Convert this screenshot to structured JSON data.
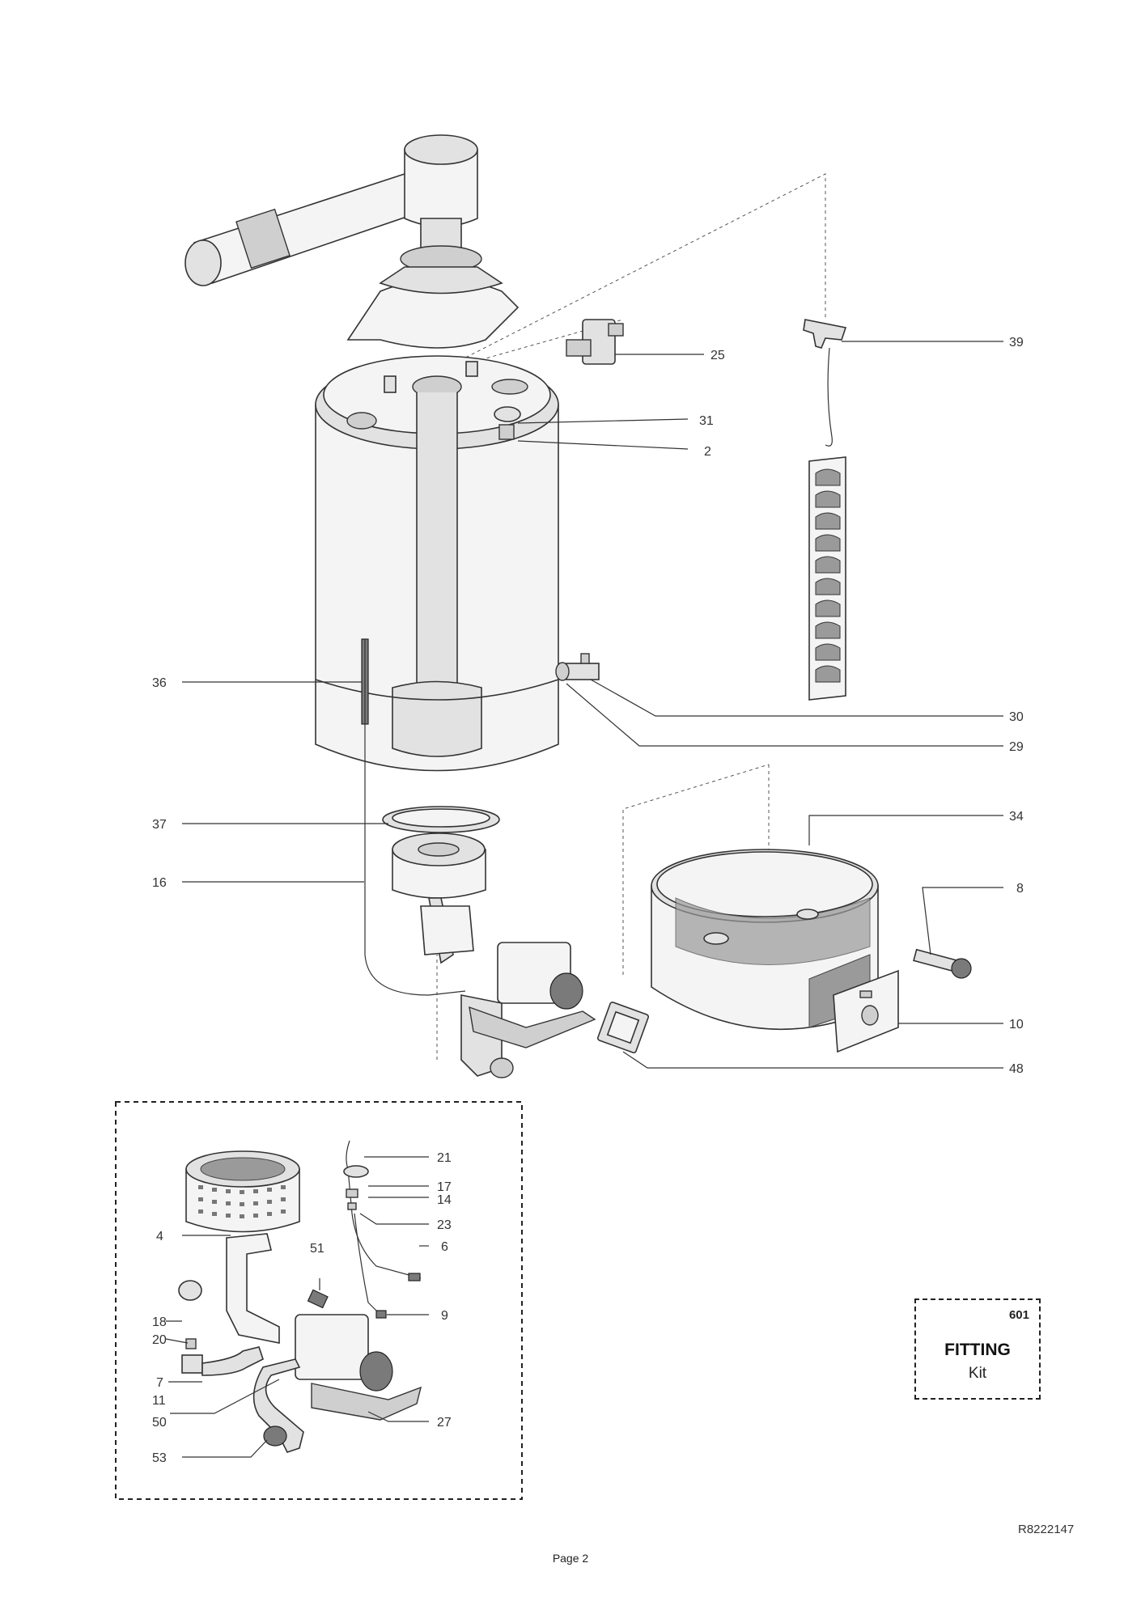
{
  "callouts": {
    "c25": "25",
    "c39": "39",
    "c31": "31",
    "c2": "2",
    "c36": "36",
    "c30": "30",
    "c29": "29",
    "c37": "37",
    "c34": "34",
    "c16": "16",
    "c8": "8",
    "c10": "10",
    "c48": "48",
    "c21": "21",
    "c17": "17",
    "c14": "14",
    "c23": "23",
    "c4": "4",
    "c51": "51",
    "c6": "6",
    "c18": "18",
    "c20": "20",
    "c9": "9",
    "c7": "7",
    "c11": "11",
    "c50": "50",
    "c27": "27",
    "c53": "53"
  },
  "kit": {
    "number": "601",
    "title": "FITTING",
    "subtitle": "Kit"
  },
  "reference": "R8222147",
  "page_label": "Page 2"
}
